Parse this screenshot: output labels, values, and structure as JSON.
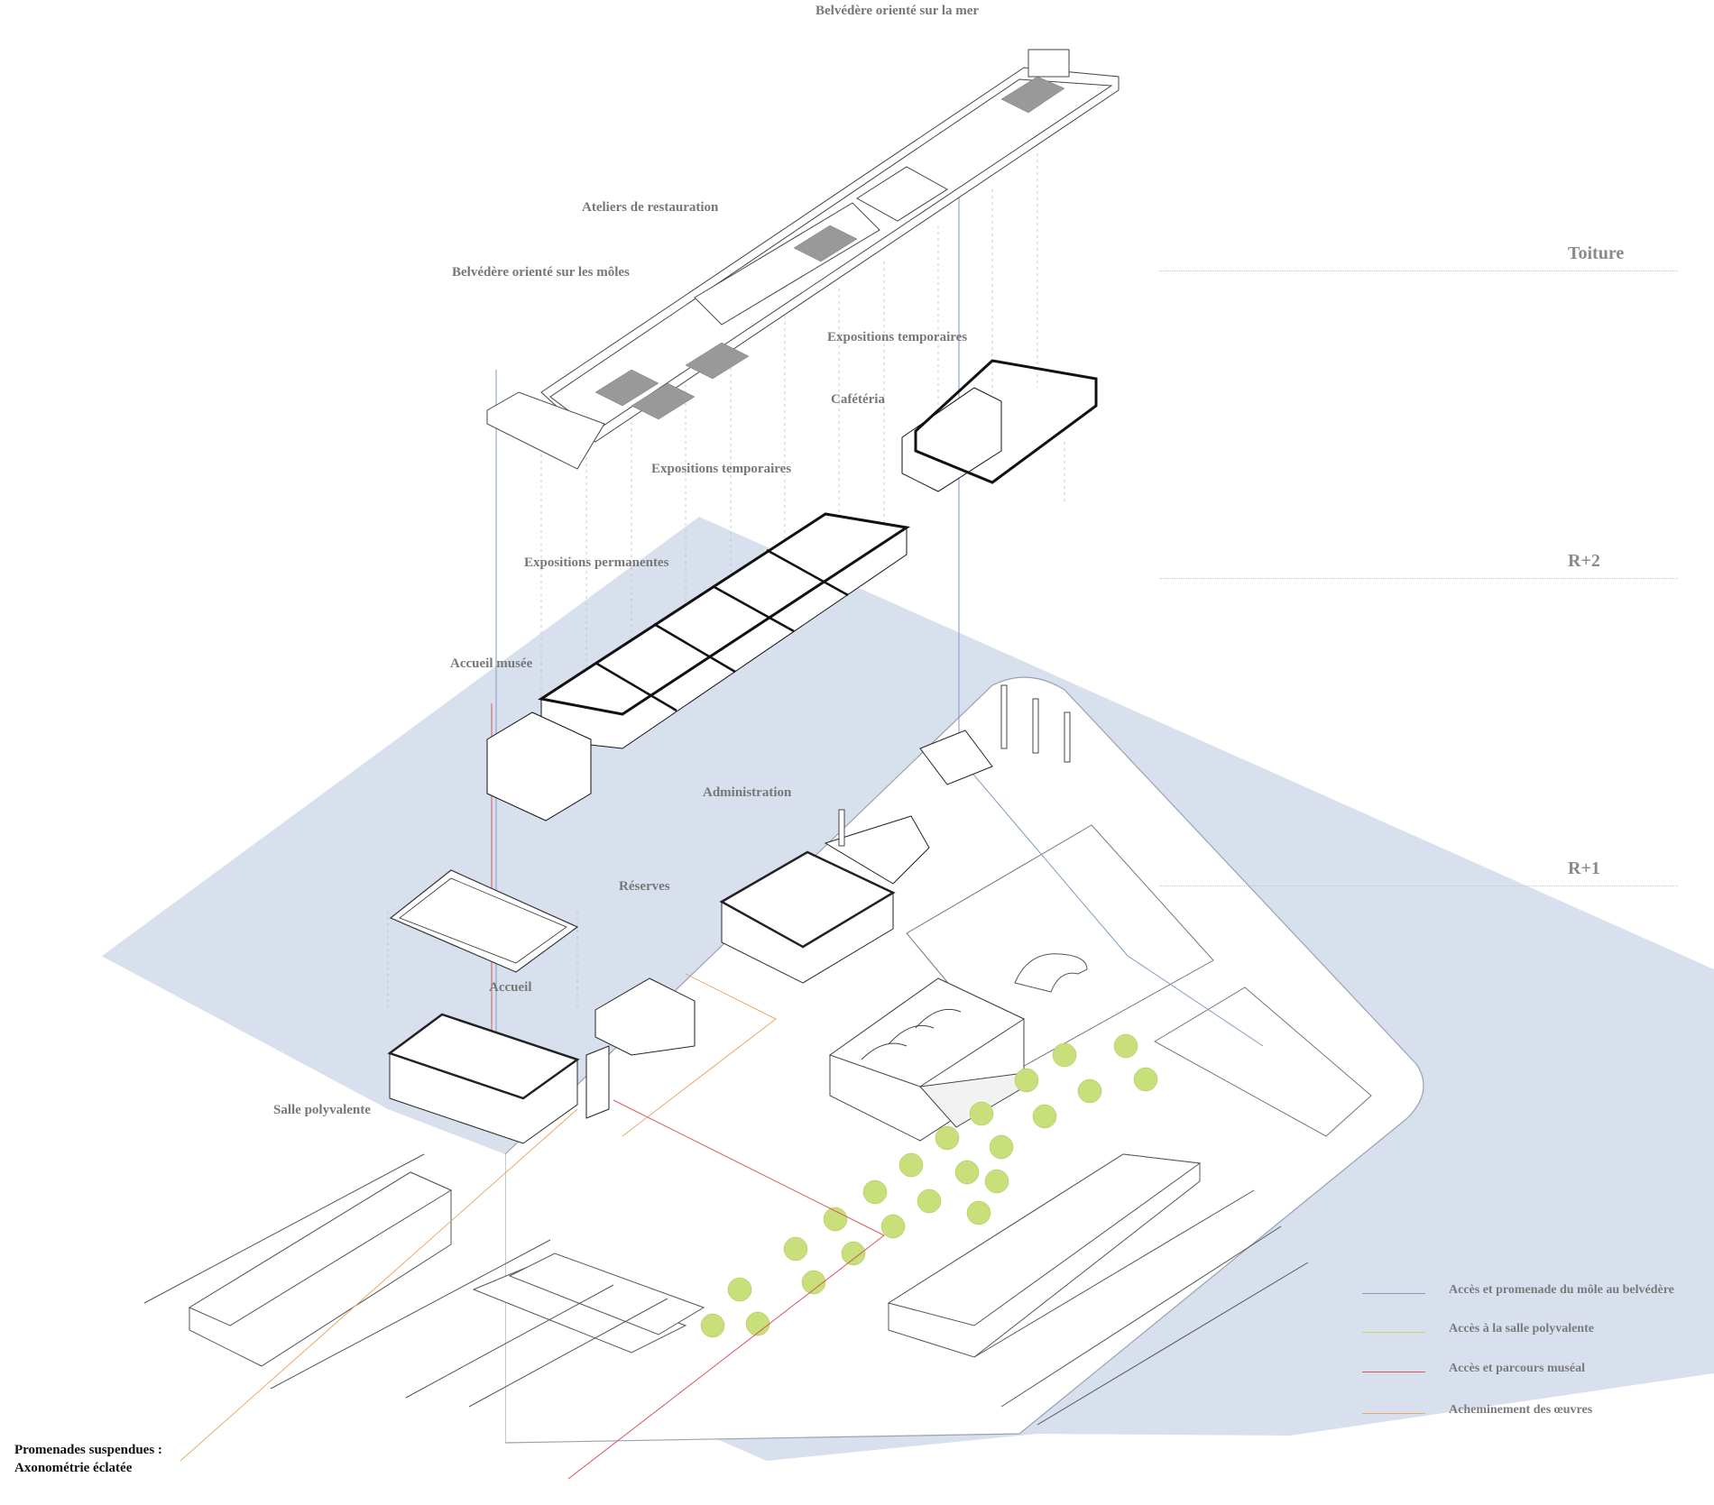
{
  "labels": {
    "belvedere_mer": "Belvédère orienté sur la mer",
    "ateliers": "Ateliers de restauration",
    "belvedere_moles": "Belvédère orienté sur les môles",
    "expo_temp_1": "Expositions temporaires",
    "cafeteria": "Cafétéria",
    "expo_temp_2": "Expositions temporaires",
    "expo_perm": "Expositions permanentes",
    "accueil_musee": "Accueil musée",
    "administration": "Administration",
    "reserves": "Réserves",
    "accueil": "Accueil",
    "salle_polyvalente": "Salle polyvalente"
  },
  "levels": {
    "toiture": "Toiture",
    "r2": "R+2",
    "r1": "R+1"
  },
  "legend": [
    {
      "label": "Accès et promenade du môle au belvédère",
      "color": "#7f9ac0"
    },
    {
      "label": "Accès à la salle polyvalente",
      "color": "#c9d66a"
    },
    {
      "label": "Accès et parcours muséal",
      "color": "#d9535a"
    },
    {
      "label": "Acheminement des œuvres",
      "color": "#e8a96a"
    }
  ],
  "caption": {
    "line1": "Promenades suspendues :",
    "line2": "Axonométrie éclatée"
  },
  "colors": {
    "water": "#d8e0ee",
    "tree": "#c8df7a",
    "line": "#555555",
    "wall": "#111111"
  }
}
